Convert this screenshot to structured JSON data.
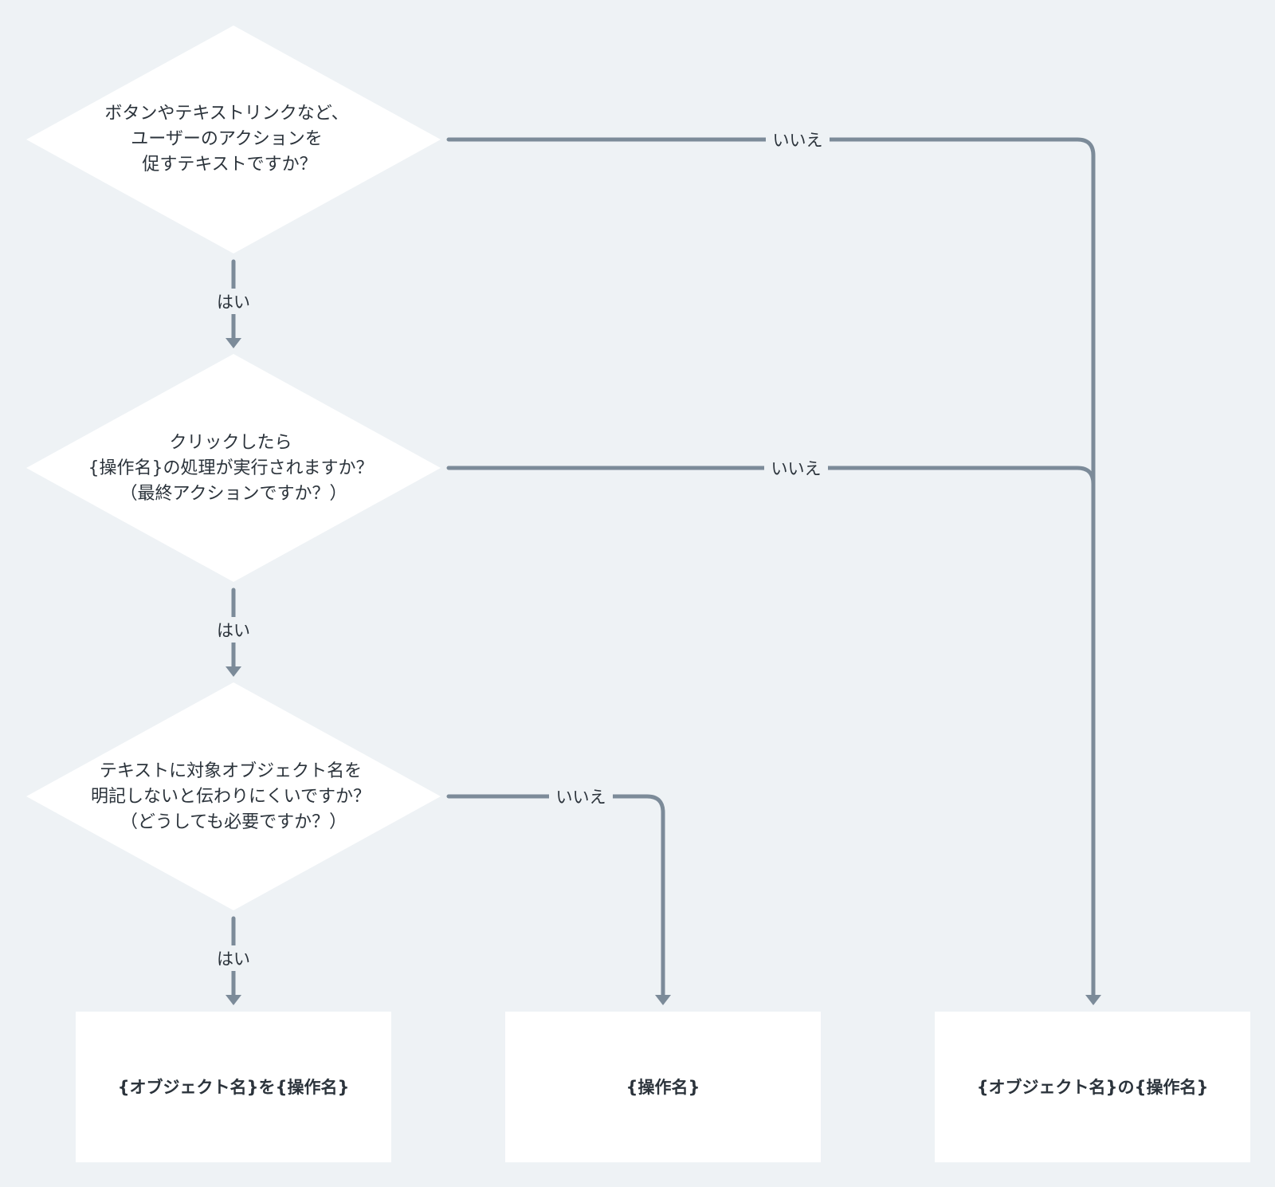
{
  "flowchart": {
    "questions": [
      {
        "lines": [
          "ボタンやテキストリンクなど、",
          "ユーザーのアクションを",
          "促すテキストですか？"
        ],
        "yes_label": "はい",
        "no_label": "いいえ"
      },
      {
        "lines": [
          "クリックしたら",
          "{操作名}の処理が実行されますか？",
          "（最終アクションですか？）"
        ],
        "yes_label": "はい",
        "no_label": "いいえ"
      },
      {
        "lines": [
          "テキストに対象オブジェクト名を",
          "明記しないと伝わりにくいですか？",
          "（どうしても必要ですか？）"
        ],
        "yes_label": "はい",
        "no_label": "いいえ"
      }
    ],
    "results": [
      {
        "label": "{オブジェクト名}を{操作名}"
      },
      {
        "label": "{操作名}"
      },
      {
        "label": "{オブジェクト名}の{操作名}"
      }
    ]
  },
  "colors": {
    "background": "#eef2f5",
    "shape": "#ffffff",
    "connector": "#7c8b99",
    "text": "#2b333b"
  }
}
